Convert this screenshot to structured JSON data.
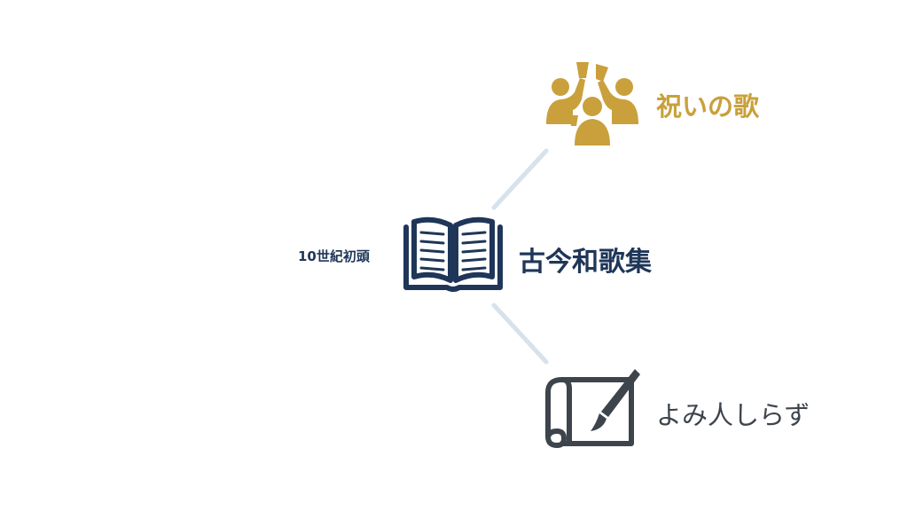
{
  "center": {
    "era": "10世紀初頭",
    "title": "古今和歌集",
    "icon": "open-book-icon",
    "color": "#1f3658"
  },
  "branches": [
    {
      "label": "祝いの歌",
      "icon": "celebration-toast-icon",
      "color": "#c9a03c"
    },
    {
      "label": "よみ人しらず",
      "icon": "scroll-brush-icon",
      "color": "#3d444c"
    }
  ],
  "connector_color": "#d6e2ec"
}
